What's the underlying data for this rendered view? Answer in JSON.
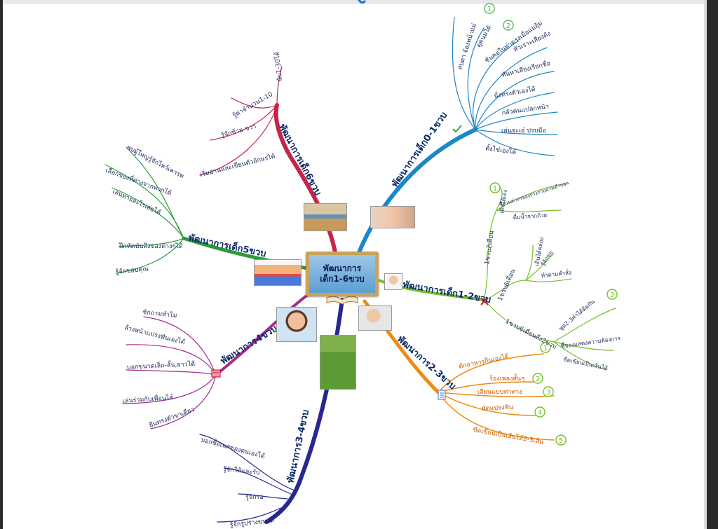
{
  "center": {
    "line1": "พัฒนาการ",
    "line2": "เด็ก1-6ขวบ"
  },
  "branches": {
    "b01": {
      "title": "พัฒนาการเด็ก0-1ขวบ",
      "items": [
        "สบตา จ้องหน้าแม่",
        "ดูดนมได้",
        "ชันคอในท่าตรงเมื่อแม่อุ้ม",
        "หัวเราะเสียงดัง",
        "หันหาเสียงเรียกชื่อ",
        "นั่งทรงตัวเองได้",
        "กลัวคนแปลกหน้า",
        "เล่นจะเอ๋ ปรบมือ",
        "ตั้งไข่เองได้"
      ]
    },
    "b12": {
      "title": "พัฒนาการเด็ก1-2ขวบ",
      "sub1": "1ขวบ2เดือน",
      "sub1_items": [
        "เดินได้เอง",
        "ชี้ส่วนต่างๆของร่างกายตามคำบอก",
        "ดื่มน้ำจากถ้วย"
      ],
      "sub2": "1ขวบ6เดือน",
      "sub2_items": [
        "เดินได้คล่อง",
        "รู้จักขอ",
        "ทำตามคำสั่ง"
      ],
      "sub3": "1ขวบ6เดือนถึง2ขวบ",
      "sub3_items": [
        "พูด2-3คำได้ติดกัน",
        "ชี้ของแสดงความต้องการ",
        "ขีดเขียนเป็นเส้นได้"
      ]
    },
    "b23": {
      "title": "พัฒนาการ2-3ขวบ",
      "items": [
        "ตักอาหารกินเองได้",
        "ร้องเพลงสั้นๆ",
        "เลียนแบบท่าทาง",
        "หัดแปรงฟัน",
        "ขีดเขียนเป็นเส้นได้2-3เส้น"
      ]
    },
    "b34": {
      "title": "พัฒนาการ3-4ขวบ",
      "items": [
        "บอกชื่อเพศของตนเองได้",
        "รู้จักให้และรับ",
        "รู้จักรอ",
        "รู้จักรูปร่างขนาด"
      ]
    },
    "b4": {
      "title": "พัฒนาการ4ขวบ",
      "items": [
        "ชักถามทำไม",
        "ล้างหน้าแปรงฟันเองได้",
        "บอกขนาดเล็ก-สั้น,ยาวได้",
        "เล่นร่วมกับเพื่อนได้",
        "ยืนทรงตัวขาเดียว"
      ]
    },
    "b5": {
      "title": "พัฒนาการเด็ก5ขวบ",
      "items": [
        "พบผู้ใหญ่รู้จักไหว้เคารพ",
        "เลือกของที่ต่างจากพวกได้",
        "เล่นทายอะไรเอ่ยได้",
        "ฝึกหัดนับสิ่งของต่างๆได้",
        "รู้จักขอบคุณ"
      ]
    },
    "b6": {
      "title": "พัฒนาการเด็ก6ขวบ",
      "items": [
        "นับ1-30ได้",
        "รู้ค่าจำนวน1-10",
        "รู้จักซ้าย-ขวา",
        "เริ่มอ่านและเขียนตัวอักษรได้"
      ]
    }
  },
  "badges": {
    "n1": "1",
    "n2": "2",
    "n3": "3",
    "n4": "4",
    "n5": "5"
  },
  "colors": {
    "blue": "#1b86c9",
    "green": "#74c02a",
    "orange": "#f08a16",
    "navy": "#27298f",
    "magenta": "#a52b8d",
    "leaf": "#2a9b3a",
    "crimson": "#c8234a",
    "gold": "#caa35a"
  },
  "icons": [
    "check-icon",
    "cross-icon",
    "document-icon",
    "book-icon"
  ]
}
